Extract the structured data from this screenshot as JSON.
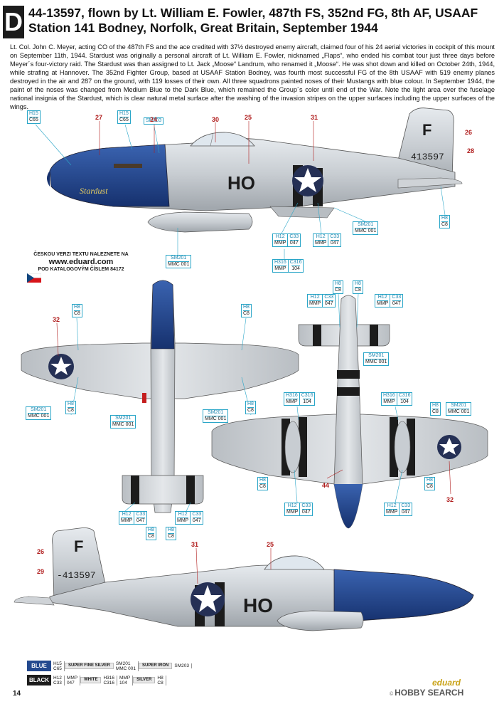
{
  "header": {
    "letter": "D",
    "title": "44-13597, flown by Lt. William E. Fowler, 487th FS, 352nd FG, 8th AF, USAAF Station 141 Bodney, Norfolk, Great Britain, September 1944"
  },
  "description": "Lt. Col. John C. Meyer, acting CO of the 487th FS and the ace credited with 37½ destroyed enemy aircraft, claimed four of his 24 aerial victories in cockpit of this mount on September 11th, 1944. Stardust was originally a personal aircraft of Lt. William E. Fowler, nicknamed „Flaps“, who ended his combat tour just three days before Meyer´s four-victory raid. The Stardust was than assigned to Lt. Jack „Moose“ Landrum, who renamed it „Moose“. He was shot down and killed on October 24th, 1944, while strafing at Hannover. The 352nd Fighter Group, based at USAAF Station Bodney, was fourth most successful FG of the 8th USAAF with 519 enemy planes destroyed in the air and 287 on the ground, with 119 losses of their own. All three squadrons painted noses of their Mustangs with blue colour. In September 1944, the paint of the noses was changed from Medium Blue to the Dark Blue, which remained the Group´s color until end of the War. Note the light area over the fuselage national insignia of the Stardust, which is clear natural metal surface after the washing of the invasion stripes on the upper surfaces including the upper surfaces of the wings.",
  "czech_note": {
    "line1": "ČESKOU VERZI TEXTU NALEZNETE NA",
    "url": "www.eduard.com",
    "line2": "POD KATALOGOVÝM ČÍSLEM 84172"
  },
  "aircraft": {
    "tail_code": "F",
    "serial": "413597",
    "serial_side2": "-413597",
    "code": "HO",
    "nose_name": "Stardust"
  },
  "callouts": [
    {
      "l": 38,
      "t": 155,
      "cols": [
        [
          "H15",
          "C65"
        ]
      ]
    },
    {
      "l": 165,
      "t": 155,
      "cols": [
        [
          "H15",
          "C65"
        ]
      ]
    },
    {
      "l": 202,
      "t": 165,
      "cols": [
        [
          "SM203"
        ]
      ]
    },
    {
      "l": 618,
      "t": 302,
      "cols": [
        [
          "H8",
          "C8"
        ]
      ]
    },
    {
      "l": 496,
      "t": 311,
      "cols": [
        [
          "SM201",
          "MMC 001"
        ]
      ]
    },
    {
      "l": 383,
      "t": 328,
      "cols": [
        [
          "H12",
          "MMP"
        ],
        [
          "C33",
          "047"
        ]
      ]
    },
    {
      "l": 440,
      "t": 328,
      "cols": [
        [
          "H12",
          "MMP"
        ],
        [
          "C33",
          "047"
        ]
      ]
    },
    {
      "l": 233,
      "t": 358,
      "cols": [
        [
          "SM201",
          "MMC 001"
        ]
      ]
    },
    {
      "l": 383,
      "t": 364,
      "cols": [
        [
          "H316",
          "MMP"
        ],
        [
          "C316",
          "104"
        ]
      ]
    },
    {
      "l": 468,
      "t": 394,
      "cols": [
        [
          "H8",
          "C8"
        ]
      ]
    },
    {
      "l": 496,
      "t": 394,
      "cols": [
        [
          "H8",
          "C8"
        ]
      ]
    },
    {
      "l": 432,
      "t": 413,
      "cols": [
        [
          "H12",
          "MMP"
        ],
        [
          "C33",
          "047"
        ]
      ]
    },
    {
      "l": 527,
      "t": 413,
      "cols": [
        [
          "H12",
          "MMP"
        ],
        [
          "C33",
          "047"
        ]
      ]
    },
    {
      "l": 101,
      "t": 427,
      "cols": [
        [
          "H8",
          "C8"
        ]
      ]
    },
    {
      "l": 339,
      "t": 427,
      "cols": [
        [
          "H8",
          "C8"
        ]
      ]
    },
    {
      "l": 511,
      "t": 495,
      "cols": [
        [
          "SM201",
          "MMC 001"
        ]
      ]
    },
    {
      "l": 399,
      "t": 551,
      "cols": [
        [
          "H316",
          "MMP"
        ],
        [
          "C316",
          "104"
        ]
      ]
    },
    {
      "l": 536,
      "t": 551,
      "cols": [
        [
          "H316",
          "MMP"
        ],
        [
          "C316",
          "104"
        ]
      ]
    },
    {
      "l": 36,
      "t": 571,
      "cols": [
        [
          "SM201",
          "MMC 001"
        ]
      ]
    },
    {
      "l": 92,
      "t": 563,
      "cols": [
        [
          "H8",
          "C8"
        ]
      ]
    },
    {
      "l": 605,
      "t": 565,
      "cols": [
        [
          "H8",
          "C8"
        ]
      ]
    },
    {
      "l": 627,
      "t": 565,
      "cols": [
        [
          "SM201",
          "MMC 001"
        ]
      ]
    },
    {
      "l": 155,
      "t": 583,
      "cols": [
        [
          "SM201",
          "MMC 001"
        ]
      ]
    },
    {
      "l": 285,
      "t": 575,
      "cols": [
        [
          "SM201",
          "MMC 001"
        ]
      ]
    },
    {
      "l": 345,
      "t": 563,
      "cols": [
        [
          "H8",
          "C8"
        ]
      ]
    },
    {
      "l": 362,
      "t": 670,
      "cols": [
        [
          "H8",
          "C8"
        ]
      ]
    },
    {
      "l": 597,
      "t": 670,
      "cols": [
        [
          "H8",
          "C8"
        ]
      ]
    },
    {
      "l": 400,
      "t": 706,
      "cols": [
        [
          "H12",
          "MMP"
        ],
        [
          "C33",
          "047"
        ]
      ]
    },
    {
      "l": 540,
      "t": 706,
      "cols": [
        [
          "H12",
          "MMP"
        ],
        [
          "C33",
          "047"
        ]
      ]
    },
    {
      "l": 167,
      "t": 718,
      "cols": [
        [
          "H12",
          "MMP"
        ],
        [
          "C33",
          "047"
        ]
      ]
    },
    {
      "l": 246,
      "t": 718,
      "cols": [
        [
          "H12",
          "MMP"
        ],
        [
          "C33",
          "047"
        ]
      ]
    },
    {
      "l": 205,
      "t": 740,
      "cols": [
        [
          "H8",
          "C8"
        ]
      ]
    },
    {
      "l": 233,
      "t": 740,
      "cols": [
        [
          "H8",
          "C8"
        ]
      ]
    }
  ],
  "numbers": [
    {
      "n": "27",
      "l": 134,
      "t": 160
    },
    {
      "n": "24",
      "l": 211,
      "t": 163
    },
    {
      "n": "30",
      "l": 298,
      "t": 163
    },
    {
      "n": "25",
      "l": 344,
      "t": 160
    },
    {
      "n": "31",
      "l": 437,
      "t": 160
    },
    {
      "n": "26",
      "l": 654,
      "t": 181
    },
    {
      "n": "28",
      "l": 657,
      "t": 207
    },
    {
      "n": "32",
      "l": 74,
      "t": 444
    },
    {
      "n": "44",
      "l": 453,
      "t": 677
    },
    {
      "n": "32",
      "l": 628,
      "t": 697
    },
    {
      "n": "31",
      "l": 269,
      "t": 760
    },
    {
      "n": "25",
      "l": 375,
      "t": 760
    },
    {
      "n": "26",
      "l": 52,
      "t": 770
    },
    {
      "n": "29",
      "l": 52,
      "t": 798
    }
  ],
  "legend": [
    {
      "color": "#23498f",
      "label": "BLUE",
      "codes": [
        [
          "H15",
          "C65"
        ]
      ],
      "extra": [
        [
          "SUPER FINE SILVER"
        ],
        [
          "SM201",
          "MMC 001"
        ],
        [
          "SUPER IRON"
        ],
        [
          "SM203"
        ]
      ]
    },
    {
      "color": "#1c1c1c",
      "label": "BLACK",
      "codes": [
        [
          "H12",
          "C33"
        ],
        [
          "MMP",
          "047"
        ]
      ],
      "extra": [
        [
          "WHITE"
        ],
        [
          "H316",
          "C316"
        ],
        [
          "MMP",
          "104"
        ],
        [
          "SILVER"
        ],
        [
          "H8",
          "C8"
        ]
      ]
    }
  ],
  "page_number": "14",
  "brand": "eduard",
  "watermark": {
    "main": "HOBBY SEARCH",
    "sub": "© "
  }
}
